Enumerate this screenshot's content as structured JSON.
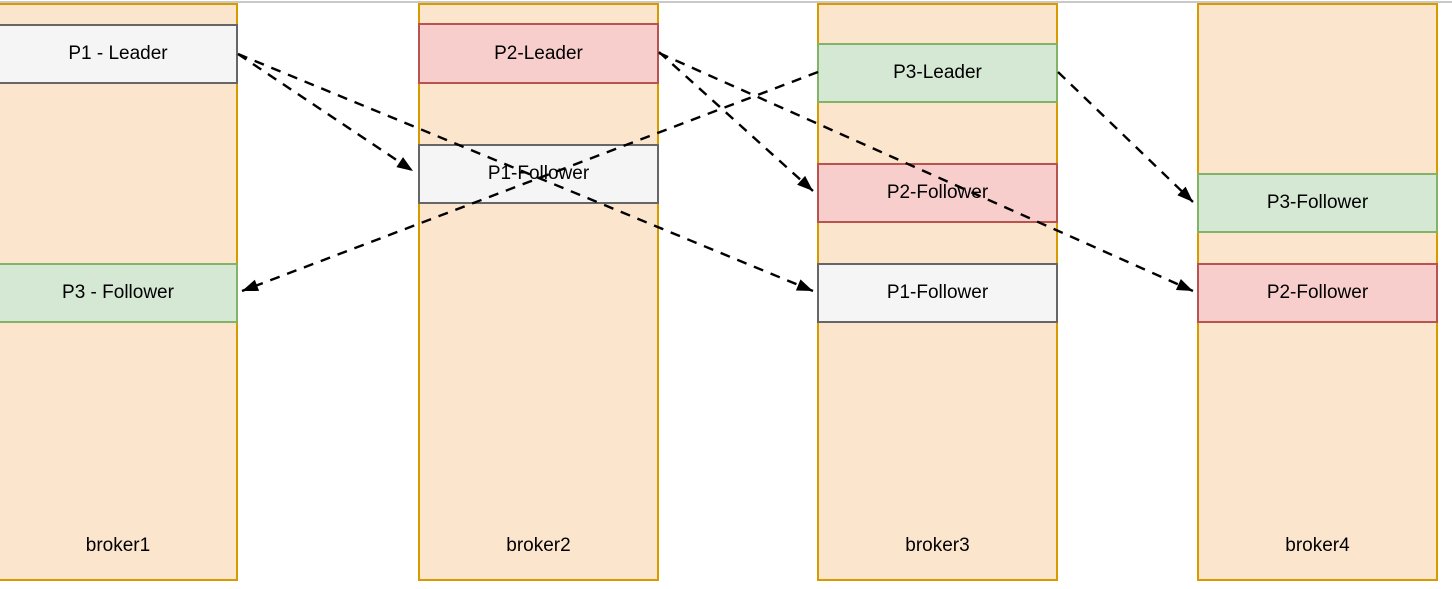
{
  "brokers": [
    {
      "label": "broker1",
      "partitions": [
        {
          "label": "P1 - Leader",
          "role": "leader",
          "color_key": "gray"
        },
        {
          "label": "P3 - Follower",
          "role": "follower",
          "color_key": "green"
        }
      ]
    },
    {
      "label": "broker2",
      "partitions": [
        {
          "label": "P2-Leader",
          "role": "leader",
          "color_key": "red"
        },
        {
          "label": "P1-Follower",
          "role": "follower",
          "color_key": "gray"
        }
      ]
    },
    {
      "label": "broker3",
      "partitions": [
        {
          "label": "P3-Leader",
          "role": "leader",
          "color_key": "green"
        },
        {
          "label": "P2-Follower",
          "role": "follower",
          "color_key": "red"
        },
        {
          "label": "P1-Follower",
          "role": "follower",
          "color_key": "gray"
        }
      ]
    },
    {
      "label": "broker4",
      "partitions": [
        {
          "label": "P3-Follower",
          "role": "follower",
          "color_key": "green"
        },
        {
          "label": "P2-Follower",
          "role": "follower",
          "color_key": "red"
        }
      ]
    }
  ],
  "edges": [
    {
      "from": "broker1 / P1 - Leader",
      "to": "broker2 / P1-Follower"
    },
    {
      "from": "broker1 / P1 - Leader",
      "to": "broker3 / P1-Follower"
    },
    {
      "from": "broker2 / P2-Leader",
      "to": "broker3 / P2-Follower"
    },
    {
      "from": "broker2 / P2-Leader",
      "to": "broker4 / P2-Follower"
    },
    {
      "from": "broker3 / P3-Leader",
      "to": "broker1 / P3 - Follower"
    },
    {
      "from": "broker3 / P3-Leader",
      "to": "broker4 / P3-Follower"
    }
  ],
  "colors": {
    "broker_fill": "#FCE5CD",
    "broker_border": "#D79B00",
    "gray_fill": "#F5F5F5",
    "gray_border": "#666666",
    "red_fill": "#F8CECC",
    "red_border": "#B85450",
    "green_fill": "#D5E8D4",
    "green_border": "#82B366",
    "edge_color": "#000000",
    "topline_color": "#C9C9C9"
  }
}
